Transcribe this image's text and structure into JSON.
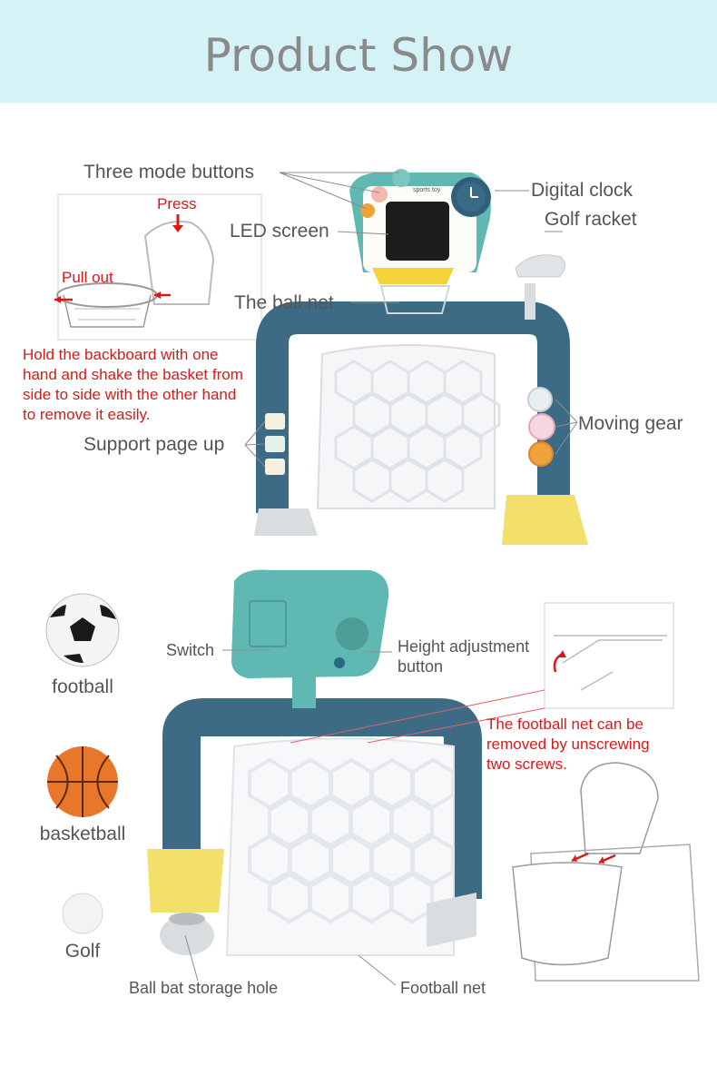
{
  "header": {
    "title": "Product Show"
  },
  "top_section": {
    "labels": {
      "mode_buttons": "Three mode buttons",
      "led_screen": "LED screen",
      "ball_net": "The ball net",
      "digital_clock": "Digital clock",
      "golf_racket": "Golf racket",
      "moving_gear": "Moving gear",
      "support_page_up": "Support page up"
    },
    "inset": {
      "press": "Press",
      "pull_out": "Pull out"
    },
    "instruction": [
      "Hold the backboard with one",
      "hand and shake the basket from",
      "side to side with the other hand",
      "to remove it easily."
    ],
    "board_text": "sports toy"
  },
  "bottom_section": {
    "balls": [
      {
        "label": "football",
        "icon": "football-icon"
      },
      {
        "label": "basketball",
        "icon": "basketball-icon"
      },
      {
        "label": "Golf",
        "icon": "golf-ball-icon"
      }
    ],
    "labels": {
      "switch": "Switch",
      "height_adjust_1": "Height adjustment",
      "height_adjust_2": "button",
      "storage_hole": "Ball bat storage hole",
      "football_net": "Football net"
    },
    "net_note": [
      "The football net can be",
      "removed by unscrewing",
      "two screws."
    ]
  },
  "colors": {
    "banner": "#d5f2f7",
    "frame": "#3d6a84",
    "board": "#5fb9b2",
    "accent_yellow": "#f2e06a",
    "note_red": "#d61a1a"
  }
}
